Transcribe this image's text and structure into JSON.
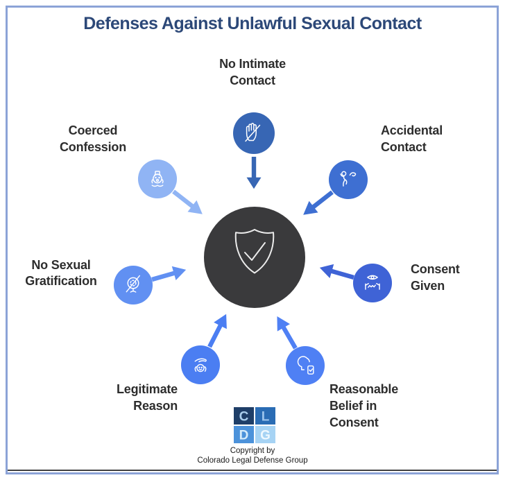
{
  "title": "Defenses Against Unlawful Sexual Contact",
  "colors": {
    "border": "#8ca3d7",
    "title_text": "#2c4878",
    "label_text": "#2d2d2d",
    "center_circle": "#3a3a3c",
    "icon_stroke": "#ffffff",
    "bottom_line": "#3f3f3f"
  },
  "center": {
    "icon": "shield-check-icon",
    "color": "#3a3a3c"
  },
  "nodes": [
    {
      "id": "no-intimate-contact",
      "position": "top",
      "label_lines": [
        "No Intimate",
        "Contact"
      ],
      "color": "#3766b4",
      "icon": "hand-slash-icon"
    },
    {
      "id": "accidental-contact",
      "position": "top-right",
      "label_lines": [
        "Accidental",
        "Contact"
      ],
      "color": "#3e6fd2",
      "icon": "slipping-person-icon"
    },
    {
      "id": "consent-given",
      "position": "right",
      "label_lines": [
        "Consent",
        "Given"
      ],
      "color": "#3f63d6",
      "icon": "eye-handshake-icon"
    },
    {
      "id": "reasonable-belief-in-consent",
      "position": "bottom-right",
      "label_lines": [
        "Reasonable",
        "Belief in",
        "Consent"
      ],
      "color": "#4f80f4",
      "icon": "head-checklist-icon"
    },
    {
      "id": "legitimate-reason",
      "position": "bottom-left",
      "label_lines": [
        "Legitimate",
        "Reason"
      ],
      "color": "#4b7ef2",
      "icon": "caring-hand-child-icon"
    },
    {
      "id": "no-sexual-gratification",
      "position": "left",
      "label_lines": [
        "No Sexual",
        "Gratification"
      ],
      "color": "#6190f2",
      "icon": "no-mirror-icon"
    },
    {
      "id": "coerced-confession",
      "position": "top-left",
      "label_lines": [
        "Coerced",
        "Confession"
      ],
      "color": "#90b4f4",
      "icon": "interrogation-icon"
    }
  ],
  "footer": {
    "logo": {
      "cells": [
        {
          "letter": "C",
          "color": "#1e3e68",
          "letter_color": "#a9cdec"
        },
        {
          "letter": "L",
          "color": "#2a6cb4",
          "letter_color": "#9cc4ec"
        },
        {
          "letter": "D",
          "color": "#4c92da",
          "letter_color": "#d6ecfb"
        },
        {
          "letter": "G",
          "color": "#a6d3f4",
          "letter_color": "#eef8ff"
        }
      ]
    },
    "copyright_line1": "Copyright by",
    "copyright_line2": "Colorado Legal Defense Group"
  }
}
